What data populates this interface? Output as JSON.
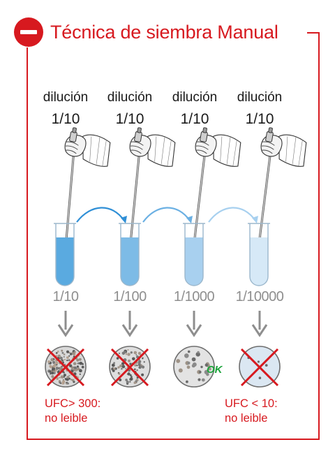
{
  "header": {
    "title": "Técnica de siembra Manual"
  },
  "steps": [
    {
      "label": "dilución",
      "factor": "1/10",
      "tube_label": "1/10"
    },
    {
      "label": "dilución",
      "factor": "1/10",
      "tube_label": "1/100"
    },
    {
      "label": "dilución",
      "factor": "1/10",
      "tube_label": "1/1000",
      "badge": "OK"
    },
    {
      "label": "dilución",
      "factor": "1/10",
      "tube_label": "1/10000"
    }
  ],
  "notes": {
    "left": {
      "line1": "UFC> 300:",
      "line2": "no leible"
    },
    "right": {
      "line1": "UFC < 10:",
      "line2": "no leible"
    }
  },
  "colors": {
    "accent": "#d7191f",
    "tube_fill": [
      "#5aaae0",
      "#7dbbe6",
      "#a8d0ef",
      "#d6e9f7"
    ],
    "arrow": [
      "#2f8fd6",
      "#6bb0e3",
      "#a7d0ef"
    ]
  }
}
